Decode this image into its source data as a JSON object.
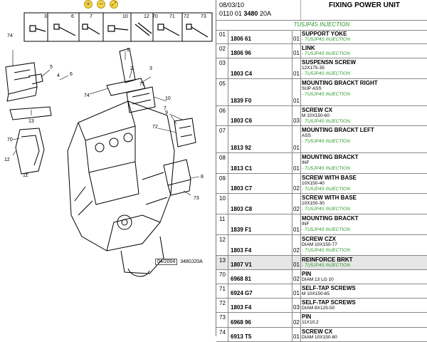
{
  "header": {
    "date": "08/03/10",
    "code_prefix": "0110 01",
    "code_bold": "3480",
    "code_suffix": "20A",
    "title": "FIXING POWER UNIT",
    "variant": "TU5JP4S INJECTION"
  },
  "diagram": {
    "reference": "04/2004",
    "reference_code": "3480J20A",
    "parts_strip_labels": [
      "3",
      "6",
      "7",
      "10",
      "12",
      "70",
      "71",
      "72",
      "73"
    ],
    "callouts": [
      "74",
      "5",
      "6",
      "1",
      "2",
      "3",
      "71",
      "74",
      "10",
      "9",
      "72",
      "8",
      "73",
      "7",
      "13",
      "70",
      "12",
      "11",
      "4"
    ]
  },
  "toolbar": {
    "zoom_in": "+",
    "zoom_out": "−",
    "zoom_fit": "⤢"
  },
  "rows": [
    {
      "num": "01",
      "ref": "1806 61",
      "qty": "01",
      "name": "SUPPORT YOKE",
      "spec": "",
      "variant": "- TU5JP4S INJECTION"
    },
    {
      "num": "02",
      "ref": "1806 96",
      "qty": "01",
      "name": "LINK",
      "spec": "",
      "variant": "- TU5JP4S INJECTION"
    },
    {
      "num": "03",
      "ref": "1803 C4",
      "qty": "01",
      "name": "SUSPENSN SCREW",
      "spec": "12X175-35",
      "variant": "- TU5JP4S INJECTION"
    },
    {
      "num": "05",
      "ref": "1839 F0",
      "qty": "01",
      "name": "MOUNTING BRACKT RIGHT",
      "spec": "SUP ASS",
      "variant": "- TU5JP4S INJECTION"
    },
    {
      "num": "06",
      "ref": "1803 C6",
      "qty": "03",
      "name": "SCREW CX",
      "spec": "M 10X150-60",
      "variant": "- TU5JP4S INJECTION"
    },
    {
      "num": "07",
      "ref": "1813 92",
      "qty": "01",
      "name": "MOUNTING BRACKT LEFT",
      "spec": "ASS",
      "variant": "- TU5JP4S INJECTION"
    },
    {
      "num": "08",
      "ref": "1813 C1",
      "qty": "01",
      "name": "MOUNTING BRACKT",
      "spec": "INF",
      "variant": "- TU5JP4S INJECTION"
    },
    {
      "num": "09",
      "ref": "1803 C7",
      "qty": "02",
      "name": "SCREW WITH BASE",
      "spec": "10X150-40",
      "variant": "- TU5JP4S INJECTION"
    },
    {
      "num": "10",
      "ref": "1803 C8",
      "qty": "02",
      "name": "SCREW WITH BASE",
      "spec": "10X150-30",
      "variant": "- TU5JP4S INJECTION"
    },
    {
      "num": "11",
      "ref": "1839 F1",
      "qty": "01",
      "name": "MOUNTING BRACKT",
      "spec": "INF",
      "variant": "- TU5JP4S INJECTION"
    },
    {
      "num": "12",
      "ref": "1803 F4",
      "qty": "02",
      "name": "SCREW CZX",
      "spec": "DIAM 10X150-77",
      "variant": "- TU5JP4S INJECTION"
    },
    {
      "num": "13",
      "ref": "1807 V1",
      "qty": "01",
      "name": "REINFORCE BRKT",
      "spec": "",
      "variant": "- TU5JP4S INJECTION"
    },
    {
      "num": "70",
      "ref": "6968 81",
      "qty": "02",
      "name": "PIN",
      "spec": "DIAM 13 LG 10",
      "variant": ""
    },
    {
      "num": "71",
      "ref": "6924 G7",
      "qty": "01",
      "name": "SELF-TAP SCREWS",
      "spec": "M 10X150-65",
      "variant": ""
    },
    {
      "num": "72",
      "ref": "1803 F4",
      "qty": "03",
      "name": "SELF-TAP SCREWS",
      "spec": "DIAM 8X125-50",
      "variant": ""
    },
    {
      "num": "73",
      "ref": "6968 96",
      "qty": "02",
      "name": "PIN",
      "spec": "11X10,2",
      "variant": ""
    },
    {
      "num": "74",
      "ref": "6913 T5",
      "qty": "01",
      "name": "SCREW CX",
      "spec": "DIAM 10X150-80",
      "variant": ""
    }
  ],
  "selected_row_index": 11
}
